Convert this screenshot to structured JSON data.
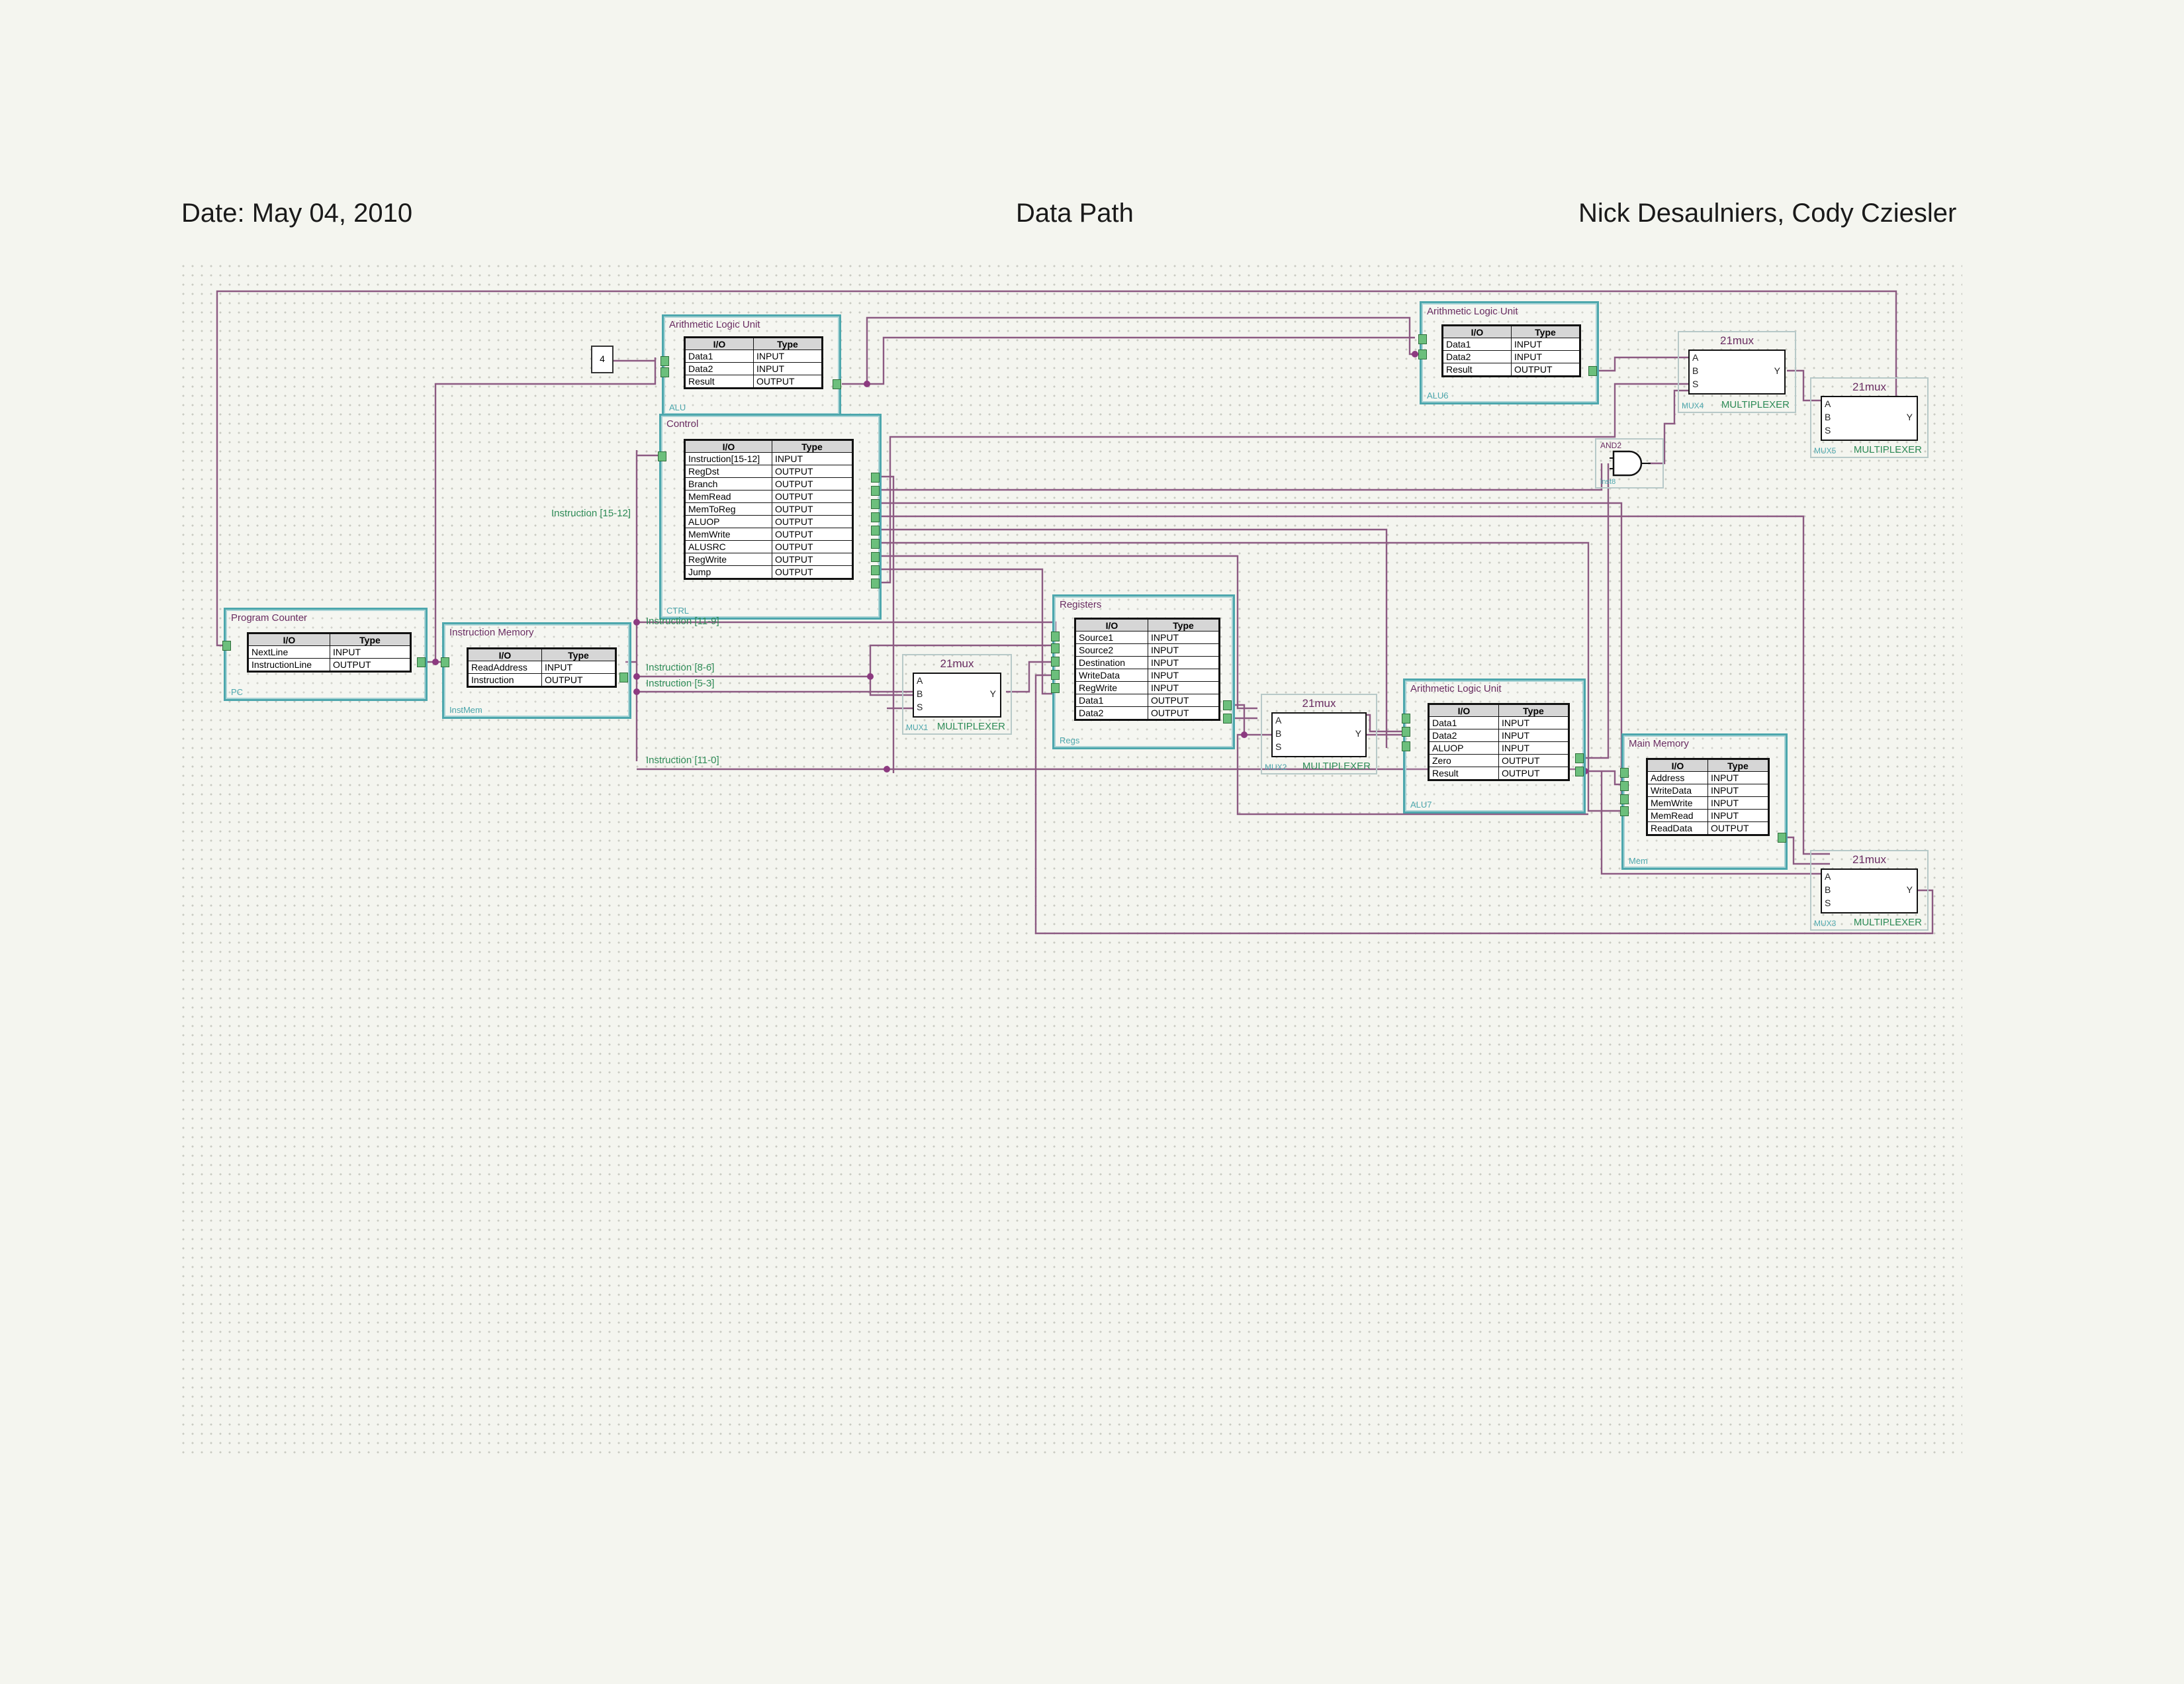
{
  "header": {
    "date": "Date: May 04, 2010",
    "title": "Data Path",
    "authors": "Nick Desaulniers, Cody Cziesler"
  },
  "table_headers": {
    "io": "I/O",
    "type": "Type"
  },
  "constant": "4",
  "blocks": {
    "alu_pc": {
      "title": "Arithmetic Logic Unit",
      "name": "ALU",
      "rows": [
        [
          "Data1",
          "INPUT"
        ],
        [
          "Data2",
          "INPUT"
        ],
        [
          "Result",
          "OUTPUT"
        ]
      ]
    },
    "control": {
      "title": "Control",
      "name": "CTRL",
      "rows": [
        [
          "Instruction[15-12]",
          "INPUT"
        ],
        [
          "RegDst",
          "OUTPUT"
        ],
        [
          "Branch",
          "OUTPUT"
        ],
        [
          "MemRead",
          "OUTPUT"
        ],
        [
          "MemToReg",
          "OUTPUT"
        ],
        [
          "ALUOP",
          "OUTPUT"
        ],
        [
          "MemWrite",
          "OUTPUT"
        ],
        [
          "ALUSRC",
          "OUTPUT"
        ],
        [
          "RegWrite",
          "OUTPUT"
        ],
        [
          "Jump",
          "OUTPUT"
        ]
      ]
    },
    "pc": {
      "title": "Program Counter",
      "name": "PC",
      "rows": [
        [
          "NextLine",
          "INPUT"
        ],
        [
          "InstructionLine",
          "OUTPUT"
        ]
      ]
    },
    "instmem": {
      "title": "Instruction Memory",
      "name": "InstMem",
      "rows": [
        [
          "ReadAddress",
          "INPUT"
        ],
        [
          "Instruction",
          "OUTPUT"
        ]
      ]
    },
    "regs": {
      "title": "Registers",
      "name": "Regs",
      "rows": [
        [
          "Source1",
          "INPUT"
        ],
        [
          "Source2",
          "INPUT"
        ],
        [
          "Destination",
          "INPUT"
        ],
        [
          "WriteData",
          "INPUT"
        ],
        [
          "RegWrite",
          "INPUT"
        ],
        [
          "Data1",
          "OUTPUT"
        ],
        [
          "Data2",
          "OUTPUT"
        ]
      ]
    },
    "alu_branch": {
      "title": "Arithmetic Logic Unit",
      "name": "ALU6",
      "rows": [
        [
          "Data1",
          "INPUT"
        ],
        [
          "Data2",
          "INPUT"
        ],
        [
          "Result",
          "OUTPUT"
        ]
      ]
    },
    "alu_main": {
      "title": "Arithmetic Logic Unit",
      "name": "ALU7",
      "rows": [
        [
          "Data1",
          "INPUT"
        ],
        [
          "Data2",
          "INPUT"
        ],
        [
          "ALUOP",
          "INPUT"
        ],
        [
          "Zero",
          "OUTPUT"
        ],
        [
          "Result",
          "OUTPUT"
        ]
      ]
    },
    "mem": {
      "title": "Main Memory",
      "name": "Mem",
      "rows": [
        [
          "Address",
          "INPUT"
        ],
        [
          "WriteData",
          "INPUT"
        ],
        [
          "MemWrite",
          "INPUT"
        ],
        [
          "MemRead",
          "INPUT"
        ],
        [
          "ReadData",
          "OUTPUT"
        ]
      ]
    }
  },
  "muxes": {
    "mux1": {
      "title": "21mux",
      "name": "MUX1",
      "label": "MULTIPLEXER",
      "a": "A",
      "b": "B",
      "s": "S",
      "y": "Y"
    },
    "mux2": {
      "title": "21mux",
      "name": "MUX2",
      "label": "MULTIPLEXER",
      "a": "A",
      "b": "B",
      "s": "S",
      "y": "Y"
    },
    "mux3": {
      "title": "21mux",
      "name": "MUX3",
      "label": "MULTIPLEXER",
      "a": "A",
      "b": "B",
      "s": "S",
      "y": "Y"
    },
    "mux4": {
      "title": "21mux",
      "name": "MUX4",
      "label": "MULTIPLEXER",
      "a": "A",
      "b": "B",
      "s": "S",
      "y": "Y"
    },
    "mux5": {
      "title": "21mux",
      "name": "MUX5",
      "label": "MULTIPLEXER",
      "a": "A",
      "b": "B",
      "s": "S",
      "y": "Y"
    }
  },
  "and_gate": {
    "title": "AND2",
    "name": "inst8"
  },
  "wire_labels": {
    "instr_15_12": "Instruction [15-12]",
    "instr_11_9": "Instruction [11-9]",
    "instr_8_6": "Instruction [8-6]",
    "instr_5_3": "Instruction [5-3]",
    "instr_11_0": "Instruction [11-0]"
  }
}
